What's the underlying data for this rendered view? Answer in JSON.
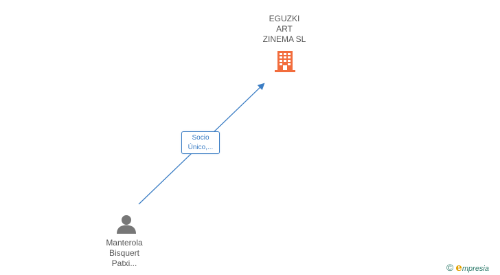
{
  "company": {
    "name_lines": [
      "EGUZKI",
      "ART",
      "ZINEMA SL"
    ],
    "icon": "building-icon",
    "icon_color": "#f26d3d"
  },
  "relation": {
    "label_lines": [
      "Socio",
      "Único,..."
    ],
    "color": "#3b7dc4"
  },
  "person": {
    "name_lines": [
      "Manterola",
      "Bisquert",
      "Patxi..."
    ],
    "icon": "person-icon",
    "icon_color": "#777777"
  },
  "brand": {
    "copyright_symbol": "©",
    "initial": "e",
    "rest": "mpresia"
  }
}
